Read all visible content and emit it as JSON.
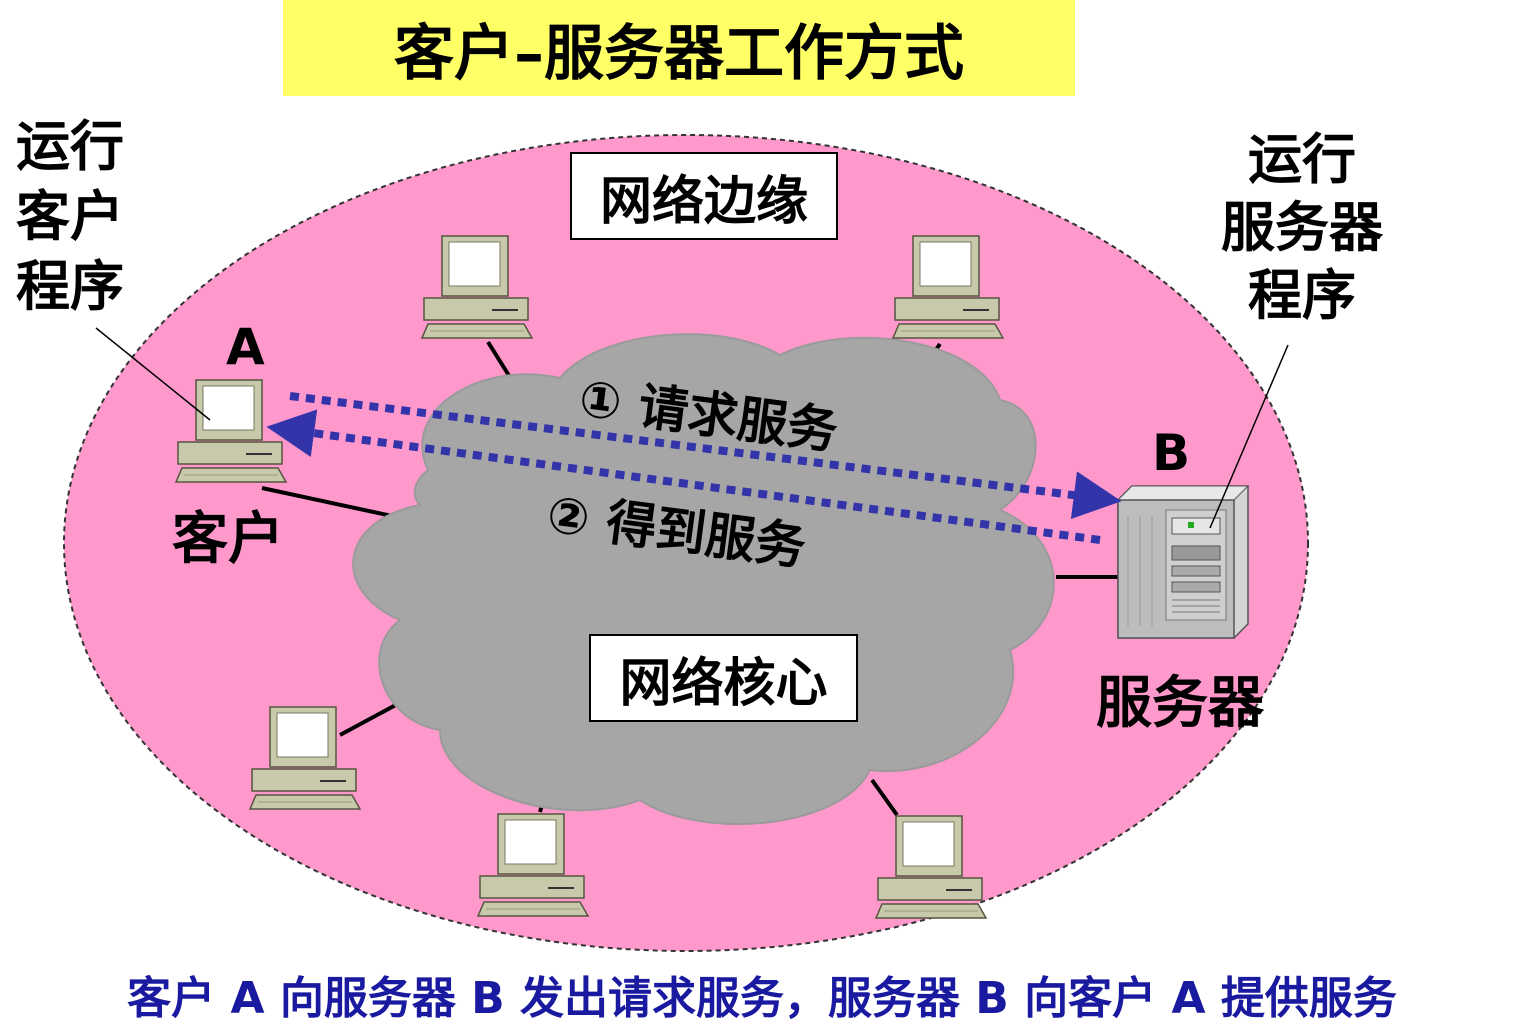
{
  "title": "客户–服务器工作方式",
  "left_note": [
    "运行",
    "客户",
    "程序"
  ],
  "right_note": [
    "运行",
    "服务器",
    "程序"
  ],
  "label_a": "A",
  "label_b": "B",
  "client_label": "客户",
  "server_label": "服务器",
  "edge_label": "网络边缘",
  "core_label": "网络核心",
  "step1": "① 请求服务",
  "step2": "② 得到服务",
  "caption": "客户 A 向服务器 B 发出请求服务，服务器 B 向客户 A 提供服务",
  "colors": {
    "edge_fill": "#ff99cc",
    "core_fill": "#a6a6a6",
    "title_bg": "#ffff66",
    "arrow": "#3333aa",
    "caption": "#1a1aa0"
  },
  "icons": [
    "desktop-computer-icon",
    "server-tower-icon"
  ]
}
